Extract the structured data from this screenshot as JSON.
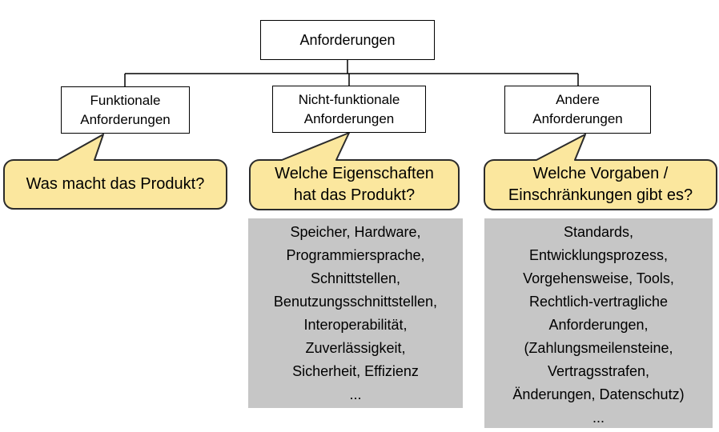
{
  "colors": {
    "callout_fill": "#FBE79E",
    "callout_border": "#2b2b2b",
    "box_border": "#000000",
    "gray_fill": "#C6C6C6",
    "line_color": "#000000"
  },
  "tree": {
    "root": {
      "label": "Anforderungen"
    },
    "children": [
      {
        "lines": [
          "Funktionale",
          "Anforderungen"
        ]
      },
      {
        "lines": [
          "Nicht-funktionale",
          "Anforderungen"
        ]
      },
      {
        "lines": [
          "Andere",
          "Anforderungen"
        ]
      }
    ]
  },
  "callouts": [
    {
      "lines": [
        "Was macht das Produkt?"
      ]
    },
    {
      "lines": [
        "Welche Eigenschaften",
        "hat das Produkt?"
      ]
    },
    {
      "lines": [
        "Welche Vorgaben /",
        "Einschränkungen gibt es?"
      ]
    }
  ],
  "detail_boxes": [
    {
      "lines": [
        "Speicher, Hardware,",
        "Programmiersprache,",
        "Schnittstellen,",
        "Benutzungsschnittstellen,",
        "Interoperabilität,",
        "Zuverlässigkeit,",
        "Sicherheit, Effizienz",
        "..."
      ]
    },
    {
      "lines": [
        "Standards,",
        "Entwicklungsprozess,",
        "Vorgehensweise, Tools,",
        "Rechtlich-vertragliche",
        "Anforderungen,",
        "(Zahlungsmeilensteine,",
        "Vertragsstrafen,",
        "Änderungen, Datenschutz)",
        "..."
      ]
    }
  ]
}
